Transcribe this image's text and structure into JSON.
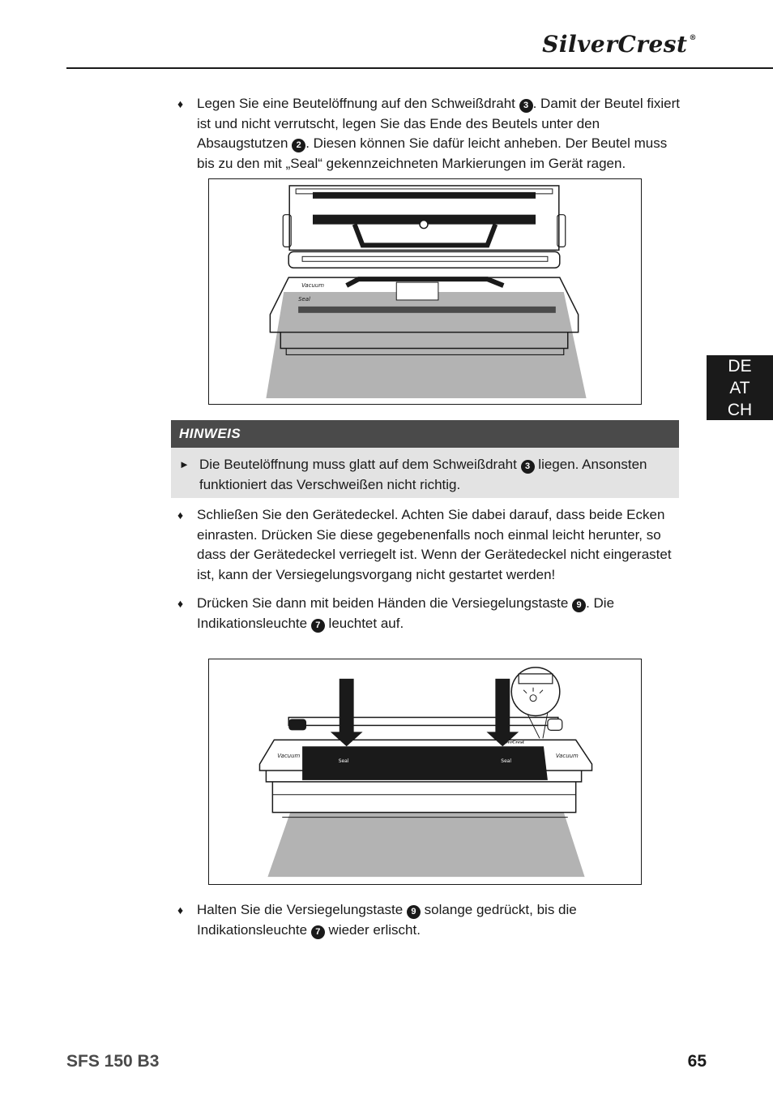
{
  "header": {
    "brand": "SilverCrest",
    "brand_mark": "®"
  },
  "language_tab": [
    "DE",
    "AT",
    "CH"
  ],
  "steps": [
    {
      "parts": [
        "Legen Sie eine Beutelöffnung auf den Schweißdraht ",
        "3",
        ". Damit der Beutel fixiert ist und nicht verrutscht, legen Sie das Ende des Beutels unter den Absaugstutzen ",
        "2",
        ". Diesen können Sie dafür leicht anheben. Der Beutel muss bis zu den mit „Seal“ gekennzeichneten Markierungen im Gerät ragen."
      ]
    },
    {
      "parts": [
        "Schließen Sie den Gerätedeckel. Achten Sie dabei darauf, dass beide Ecken einrasten. Drücken Sie diese gegebenenfalls noch einmal leicht herunter, so dass der Gerätedeckel verriegelt ist. Wenn der Gerätedeckel nicht eingerastet ist, kann der Versiegelungsvorgang nicht gestartet werden!"
      ]
    },
    {
      "parts": [
        "Drücken Sie dann mit beiden Händen die Versiegelungstaste ",
        "9",
        ". Die Indikationsleuchte ",
        "7",
        " leuchtet auf."
      ]
    },
    {
      "parts": [
        "Halten Sie die Versiegelungstaste ",
        "9",
        " solange gedrückt, bis die Indikationsleuchte ",
        "7",
        " wieder erlischt."
      ]
    }
  ],
  "note": {
    "title": "HINWEIS",
    "parts": [
      "Die Beutelöffnung muss glatt auf dem Schweißdraht ",
      "3",
      " liegen. Ansonsten funktioniert das Verschweißen nicht richtig."
    ]
  },
  "figure1": {
    "labels": {
      "vacuum": "Vacuum",
      "seal": "Seal"
    }
  },
  "figure2": {
    "labels": {
      "vacuum": "Vacuum",
      "seal": "Seal",
      "brand": "SilverCrest"
    }
  },
  "footer": {
    "model": "SFS 150 B3",
    "page": "65"
  }
}
